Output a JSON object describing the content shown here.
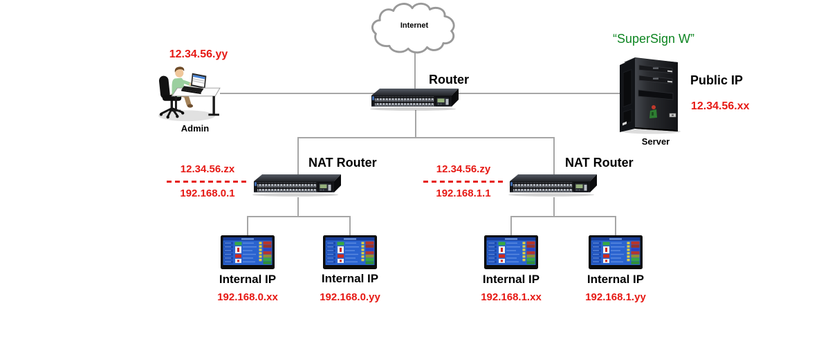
{
  "internet": {
    "label": "Internet"
  },
  "router": {
    "label": "Router"
  },
  "admin": {
    "ip": "12.34.56.yy",
    "label": "Admin"
  },
  "server": {
    "app_name": "“SuperSign W”",
    "ip_label": "Public IP",
    "ip": "12.34.56.xx",
    "label": "Server"
  },
  "nat_routers": [
    {
      "label": "NAT Router",
      "public_ip": "12.34.56.zx",
      "private_ip": "192.168.0.1"
    },
    {
      "label": "NAT Router",
      "public_ip": "12.34.56.zy",
      "private_ip": "192.168.1.1"
    }
  ],
  "displays": [
    {
      "label": "Internal IP",
      "ip": "192.168.0.xx"
    },
    {
      "label": "Internal IP",
      "ip": "192.168.0.yy"
    },
    {
      "label": "Internal IP",
      "ip": "192.168.1.xx"
    },
    {
      "label": "Internal IP",
      "ip": "192.168.1.yy"
    }
  ],
  "colors": {
    "ip_text": "#e61914",
    "app_name_text": "#0e8522",
    "label_text": "#000000",
    "connector_line": "#a6a6a6",
    "dashed_divider": "#e61914"
  }
}
